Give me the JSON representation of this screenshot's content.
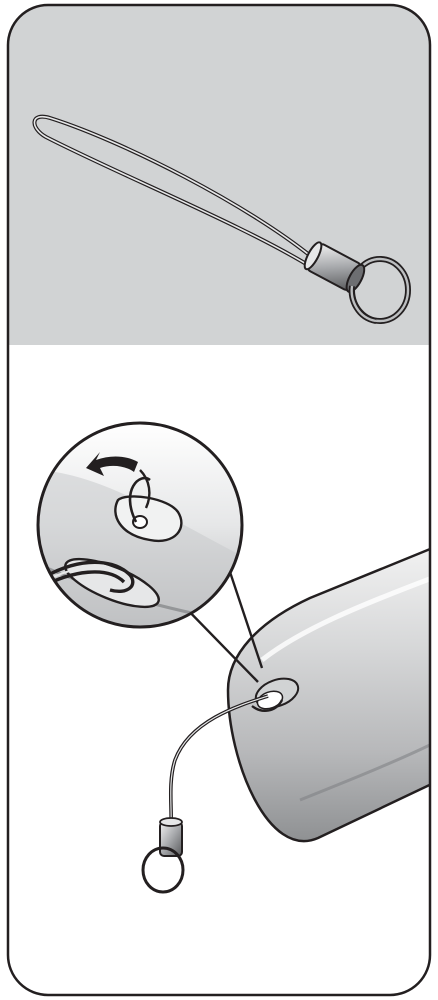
{
  "figure": {
    "panels": [
      {
        "id": "top",
        "content": "strap-with-ring"
      },
      {
        "id": "bottom",
        "content": "strap-attachment-to-device"
      }
    ],
    "colors": {
      "top_panel_bg": "#d1d3d4",
      "bottom_panel_bg": "#ffffff",
      "border": "#231f20",
      "metal": "#8a8c8e",
      "device": "#c9cacc",
      "arrow": "#231f20"
    }
  }
}
